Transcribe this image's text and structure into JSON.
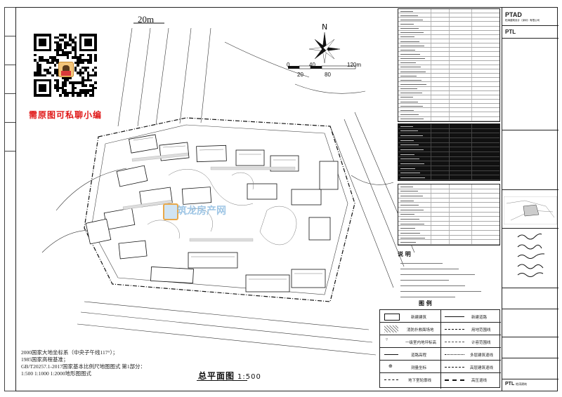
{
  "drawing": {
    "road_width_label": "20m",
    "north_label": "N",
    "scale_bar_ticks_top": [
      "0",
      "40",
      "120m"
    ],
    "scale_bar_ticks_bottom": [
      "20",
      "80"
    ],
    "promo_text": "需原图可私聊小编",
    "watermark_text": "筑龙房产网",
    "coordinate_notes": [
      "2000国家大地坐标系（中央子午线117°）；",
      "1985国家高程基准；",
      "GB/T20257.1-2017国家基本比例尺地图图式 第1部分：",
      "1:500 1:1000 1:2000地形图图式"
    ],
    "plan_title": "总平面图",
    "plan_scale": "1:500"
  },
  "title_block": {
    "company_logo": "PTAD",
    "company_sub": "柏涛建筑设计（深圳）有限公司",
    "company_logo_2": "PTL",
    "bottom_logo": "PTL",
    "bottom_logo_suffix": "柏涛建筑"
  },
  "notes": {
    "heading": "说 明",
    "table_heading": "图 例"
  },
  "legend": {
    "rows": [
      {
        "left": "新建建筑",
        "right": "新建道路"
      },
      {
        "left": "消防扑救面场地",
        "right": "用地范围线"
      },
      {
        "left": "一级室内地坪标高",
        "right": "计容范围线"
      },
      {
        "left": "道路高程",
        "right": "多层建筑退线"
      },
      {
        "left": "测量坐标",
        "right": "高层建筑退线"
      },
      {
        "left": "地下室轮廓线",
        "right": "高压退线"
      }
    ]
  },
  "colors": {
    "frame": "#222222",
    "promo_red": "#e01818",
    "watermark_blue": "#7fb3dd",
    "watermark_orange": "#e8a84a",
    "dark_table": "#111111"
  }
}
